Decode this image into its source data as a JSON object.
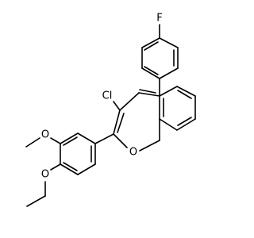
{
  "molecule": {
    "atoms": {
      "fluorine": "F",
      "chlorine": "Cl",
      "ring_oxygen": "O",
      "methoxy_oxygen_upper": "O",
      "methoxy_oxygen_lower": "O"
    },
    "colors": {
      "bond": "#000000",
      "label": "#000000",
      "background": "#ffffff"
    }
  }
}
